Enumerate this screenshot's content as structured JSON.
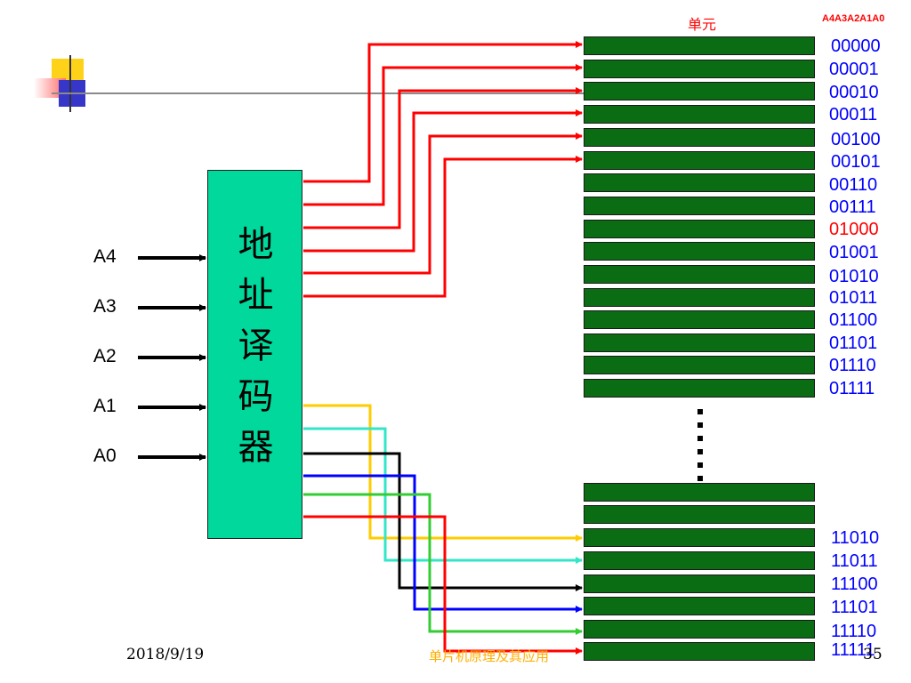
{
  "header": {
    "unit_label": "单元",
    "address_label": "A4A3A2A1A0"
  },
  "decoder": {
    "label_chars": [
      "地",
      "址",
      "译",
      "码",
      "器"
    ]
  },
  "address_inputs": [
    "A4",
    "A3",
    "A2",
    "A1",
    "A0"
  ],
  "top_cell_codes": [
    "00000",
    "00001",
    "00010",
    "00011",
    "00100",
    "00101",
    "00110",
    "00111",
    "01000",
    "01001",
    "01010",
    "01011",
    "01100",
    "01101",
    "01110",
    "01111"
  ],
  "highlight_code_index": 8,
  "bottom_cell_codes": [
    "",
    "",
    "11010",
    "11011",
    "11100",
    "11101",
    "11110",
    "11111"
  ],
  "footer": {
    "date": "2018/9/19",
    "center": "单片机原理及其应用",
    "page": "35"
  },
  "colors": {
    "decoder": "#00d89c",
    "cell": "#0a6d14",
    "code": "#0000ff",
    "highlight": "#ff0000",
    "top_wires": "#ff0000",
    "bottom_wires": [
      "#ffcc00",
      "#33e6c8",
      "#000000",
      "#0000ff",
      "#33cc33",
      "#ff0000"
    ],
    "footer_center": "#ffb000"
  }
}
